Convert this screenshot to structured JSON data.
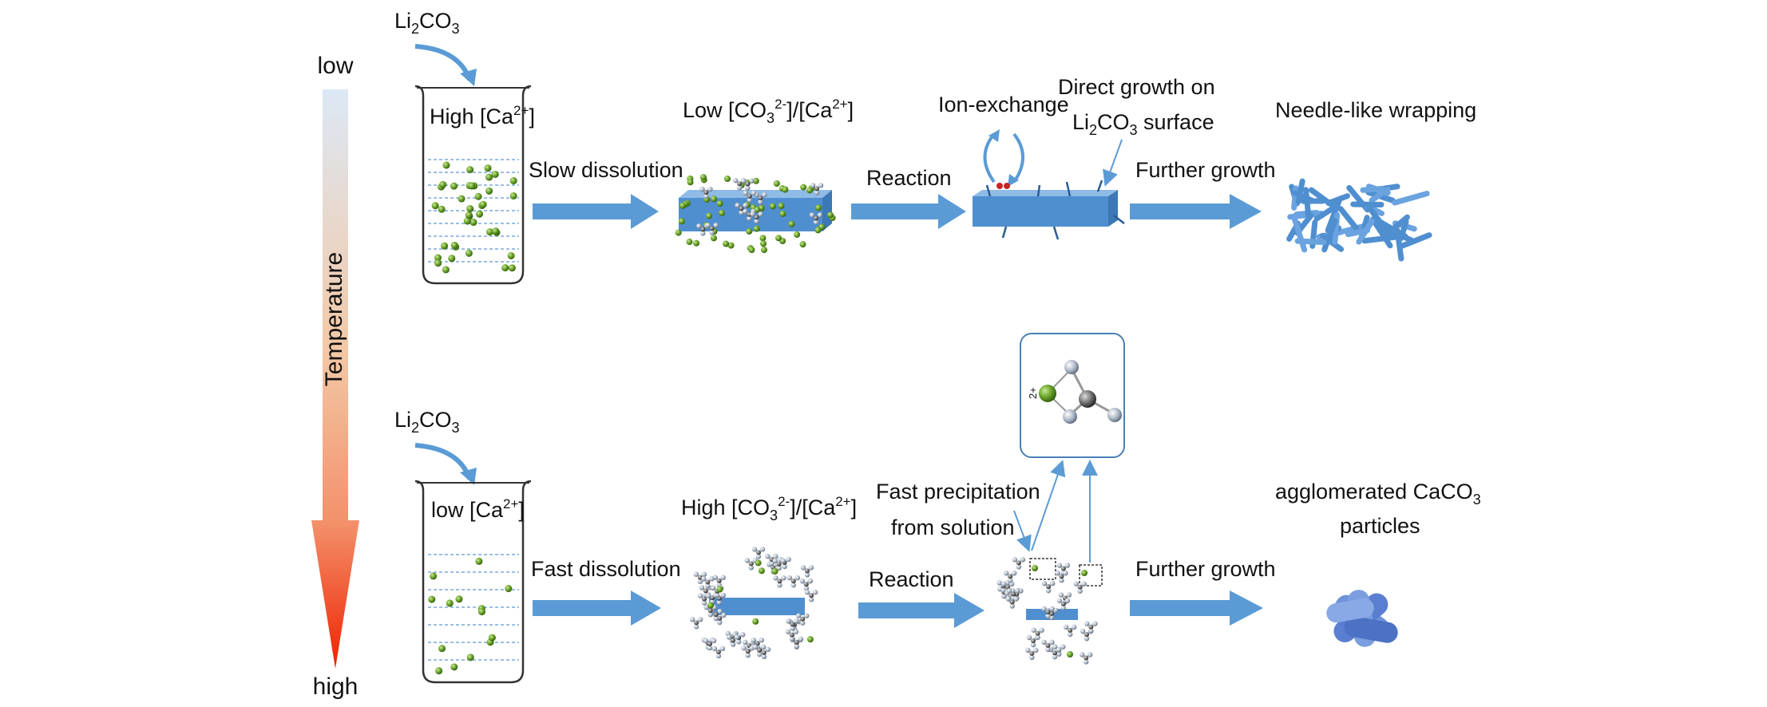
{
  "temperature_axis": {
    "top_label": "low",
    "bottom_label": "high",
    "title": "Temperature"
  },
  "top_row": {
    "reagent": {
      "base": "Li",
      "sub1": "2",
      "mid": "CO",
      "sub2": "3"
    },
    "beaker_label": {
      "pre": "High [Ca",
      "sup": "2+",
      "post": "]"
    },
    "step1_label": "Slow dissolution",
    "ratio_label": {
      "a": "Low [CO",
      "sub": "3",
      "sup": "2-",
      "b": "]/[Ca",
      "sup2": "2+",
      "c": "]"
    },
    "step2_label": "Reaction",
    "ion_exchange_label": "Ion-exchange",
    "direct_growth_line1": "Direct growth on",
    "direct_growth_line2": {
      "a": "Li",
      "sub1": "2",
      "b": "CO",
      "sub2": "3",
      "c": " surface"
    },
    "step3_label": "Further growth",
    "result_label": "Needle-like wrapping"
  },
  "bottom_row": {
    "reagent": {
      "base": "Li",
      "sub1": "2",
      "mid": "CO",
      "sub2": "3"
    },
    "beaker_label": {
      "pre": "low [Ca",
      "sup": "2+",
      "post": "]"
    },
    "step1_label": "Fast dissolution",
    "ratio_label": {
      "a": "High [CO",
      "sub": "3",
      "sup": "2-",
      "b": "]/[Ca",
      "sup2": "2+",
      "c": "]"
    },
    "step2_label": "Reaction",
    "precip_line1": "Fast precipitation",
    "precip_line2": "from solution",
    "complex_charge": "2+",
    "step3_label": "Further growth",
    "result_line1": {
      "a": "agglomerated CaCO",
      "sub": "3"
    },
    "result_line2": "particles"
  },
  "colors": {
    "arrow_blue": "#5b9bd5",
    "crystal_blue": "#4f8fd0",
    "calcium_green": "#6a9e2a",
    "temp_low": "#dce8f5",
    "temp_high": "#ee2200"
  }
}
